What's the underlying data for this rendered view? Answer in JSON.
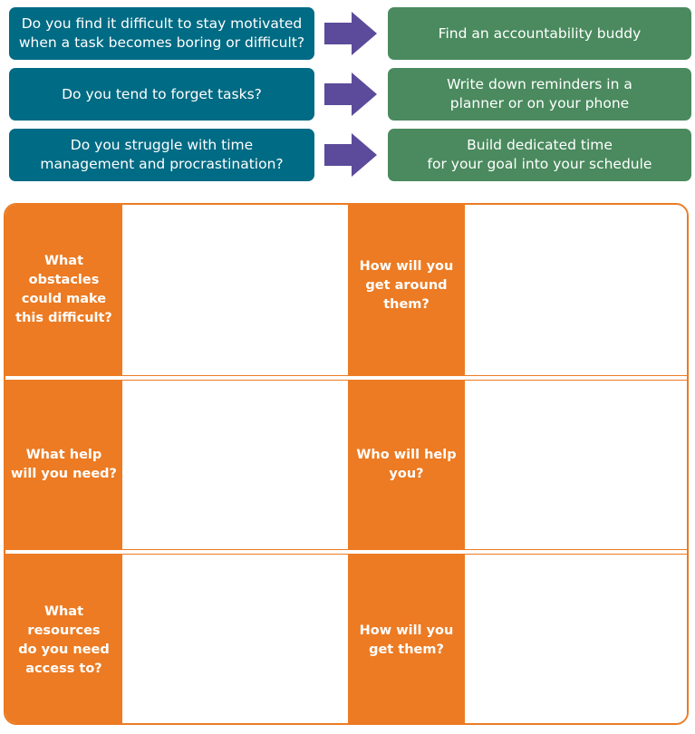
{
  "flow": [
    {
      "question": "Do you find it difficult to stay motivated\nwhen a task becomes boring or difficult?",
      "answer": "Find an accountability buddy"
    },
    {
      "question": "Do you tend to forget tasks?",
      "answer": "Write down reminders in a\nplanner or on your phone"
    },
    {
      "question": "Do you struggle with time\nmanagement and procrastination?",
      "answer": "Build dedicated time\nfor your goal into your schedule"
    }
  ],
  "worksheet": {
    "rows": [
      {
        "left_prompt": "What\nobstacles\ncould make\nthis difficult?",
        "right_prompt": "How will you\nget around\nthem?",
        "left_response": "",
        "right_response": ""
      },
      {
        "left_prompt": "What help\nwill you need?",
        "right_prompt": "Who will help\nyou?",
        "left_response": "",
        "right_response": ""
      },
      {
        "left_prompt": "What\nresources\ndo you need\naccess to?",
        "right_prompt": "How will you\nget them?",
        "left_response": "",
        "right_response": ""
      }
    ]
  },
  "colors": {
    "question_box": "#006b84",
    "answer_box": "#4a8a5e",
    "arrow": "#5b4b9a",
    "worksheet_accent": "#ec7b23"
  }
}
